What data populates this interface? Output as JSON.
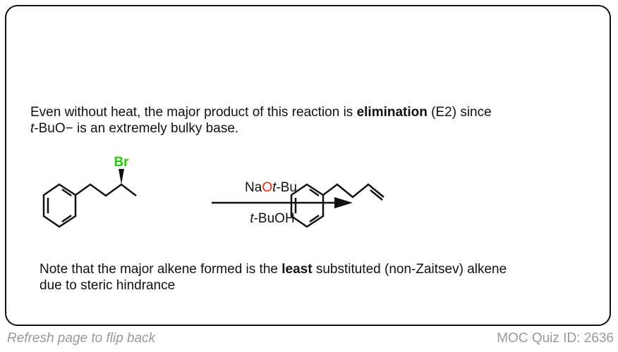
{
  "intro": {
    "line1_pre": "Even without heat, the major product of this reaction is ",
    "line1_bold": "elimination",
    "line1_post": " (E2) since",
    "line2_italic": "t",
    "line2_rest": "-BuO− is an extremely bulky base."
  },
  "scheme": {
    "substituent": "Br",
    "reagent_na": "Na",
    "reagent_o": "O",
    "reagent_t": "t",
    "reagent_rest": "-Bu",
    "solvent_t": "t",
    "solvent_rest": "-BuOH",
    "colors": {
      "br": "#22cc00",
      "o": "#ff2200"
    }
  },
  "note": {
    "pre": "Note that the major alkene formed is the ",
    "bold": "least",
    "post": " substituted (non-Zaitsev) alkene",
    "line2": "due to steric hindrance"
  },
  "footer": {
    "left": "Refresh page to flip back",
    "right": "MOC Quiz ID: 2636"
  }
}
